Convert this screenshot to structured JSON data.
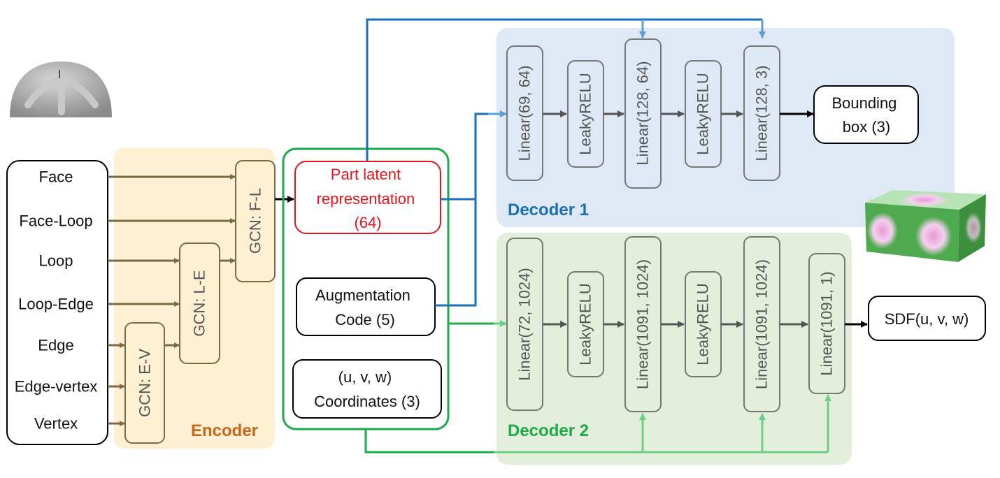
{
  "inputs": [
    "Face",
    "Face-Loop",
    "Loop",
    "Loop-Edge",
    "Edge",
    "Edge-vertex",
    "Vertex"
  ],
  "encoder": {
    "label": "Encoder",
    "color": "#c8661c",
    "bg": "#fdf0d3",
    "gcn_fl": "GCN: F-L",
    "gcn_le": "GCN: L-E",
    "gcn_ev": "GCN: E-V"
  },
  "latent": {
    "part_latent": "Part latent representation (64)",
    "part_latent_lines": [
      "Part latent",
      "representation",
      "(64)"
    ],
    "part_latent_color": "#e8141b",
    "augmentation_lines": [
      "Augmentation",
      "Code (5)"
    ],
    "coords_lines": [
      "(u, v, w)",
      "Coordinates (3)"
    ],
    "group_border": "#1daa4a"
  },
  "decoder1": {
    "label": "Decoder 1",
    "color": "#1a6fb5",
    "bg": "#dfe9f5",
    "layers": [
      "Linear(69, 64)",
      "LeakyRELU",
      "Linear(128, 64)",
      "LeakyRELU",
      "Linear(128, 3)"
    ],
    "output_lines": [
      "Bounding",
      "box (3)"
    ]
  },
  "decoder2": {
    "label": "Decoder 2",
    "color": "#1daa4a",
    "bg": "#e3efda",
    "layers": [
      "Linear(72, 1024)",
      "LeakyRELU",
      "Linear(1091, 1024)",
      "LeakyRELU",
      "Linear(1091, 1024)",
      "Linear(1091, 1)"
    ],
    "output": "SDF(u, v, w)"
  },
  "colors": {
    "encoder_arrow": "#7b6a45",
    "decoder_arrow": "#555555",
    "blue_line": "#1a6fb5",
    "light_blue_line": "#5aa0d8",
    "green_line": "#1daa4a",
    "light_green_line": "#6ccf86"
  }
}
